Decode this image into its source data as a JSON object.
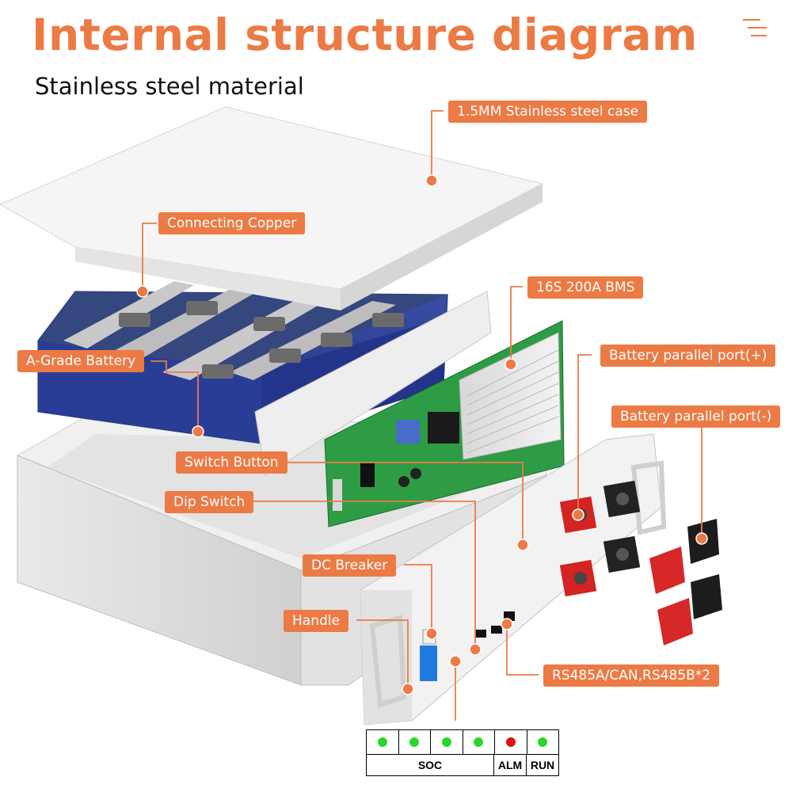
{
  "title": "Internal structure diagram",
  "subtitle": "Stainless steel material",
  "labels": {
    "case": "1.5MM Stainless steel case",
    "copper": "Connecting Copper",
    "bms": "16S 200A BMS",
    "port_pos": "Battery parallel port(+)",
    "port_neg": "Battery parallel port(-)",
    "battery": "A-Grade Battery",
    "switch": "Switch Button",
    "dip": "Dip Switch",
    "breaker": "DC Breaker",
    "handle": "Handle",
    "comm": "RS485A/CAN,RS485B*2"
  },
  "led_panel": {
    "indicators": [
      "green",
      "green",
      "green",
      "green",
      "red",
      "green"
    ],
    "soc_label": "SOC",
    "alm_label": "ALM",
    "run_label": "RUN"
  },
  "colors": {
    "accent": "#ec7a45",
    "green_led": "#2bd62b",
    "red_led": "#e01010"
  }
}
